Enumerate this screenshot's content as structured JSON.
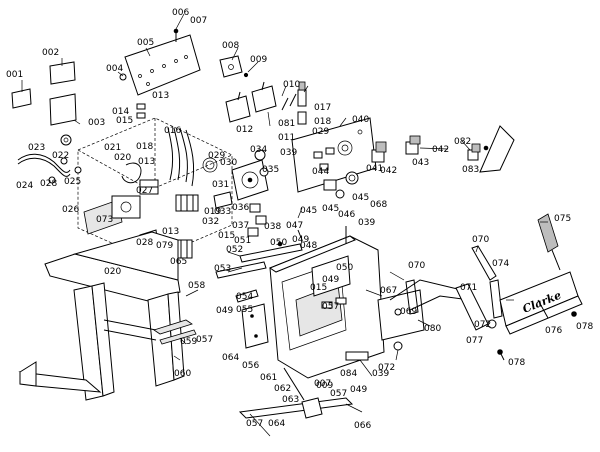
{
  "diagram": {
    "brand_logo": "Clarke",
    "callouts": [
      "001",
      "002",
      "003",
      "004",
      "005",
      "006",
      "007",
      "008",
      "009",
      "010",
      "011",
      "012",
      "013",
      "014",
      "015",
      "016",
      "017",
      "018",
      "019",
      "020",
      "021",
      "022",
      "023",
      "024",
      "025",
      "026",
      "027",
      "028",
      "029",
      "030",
      "031",
      "032",
      "033",
      "034",
      "035",
      "036",
      "037",
      "038",
      "039",
      "040",
      "041",
      "042",
      "043",
      "044",
      "045",
      "046",
      "047",
      "048",
      "049",
      "050",
      "051",
      "052",
      "053",
      "054",
      "055",
      "056",
      "057",
      "058",
      "059",
      "060",
      "061",
      "062",
      "063",
      "064",
      "065",
      "066",
      "067",
      "068",
      "069",
      "070",
      "071",
      "072",
      "073",
      "074",
      "075",
      "076",
      "077",
      "078",
      "079",
      "080",
      "081",
      "082",
      "083",
      "084"
    ]
  }
}
